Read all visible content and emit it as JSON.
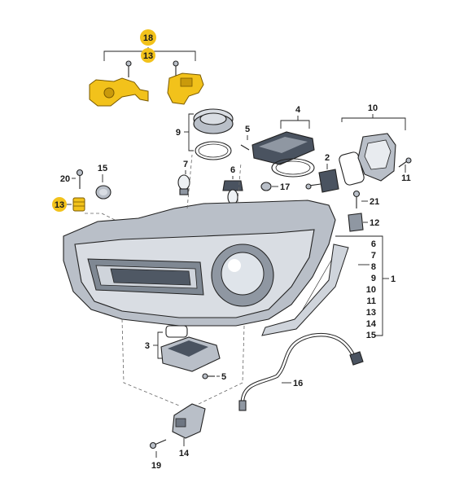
{
  "callouts": {
    "c18_top": "18",
    "c13_top": "13",
    "c9": "9",
    "c5_top": "5",
    "c4": "4",
    "c10": "10",
    "c20": "20",
    "c15": "15",
    "c7": "7",
    "c6_top": "6",
    "c17": "17",
    "c2": "2",
    "c11": "11",
    "c21": "21",
    "c12": "12",
    "c13_left": "13",
    "c1": "1",
    "c3": "3",
    "c5_bottom": "5",
    "c16": "16",
    "c14": "14",
    "c19": "19"
  },
  "assembly_list": [
    "6",
    "7",
    "8",
    "9",
    "10",
    "11",
    "13",
    "14",
    "15"
  ],
  "colors": {
    "highlight": "#f2c21b",
    "line": "#222222",
    "housing": "#b9bfc8"
  }
}
